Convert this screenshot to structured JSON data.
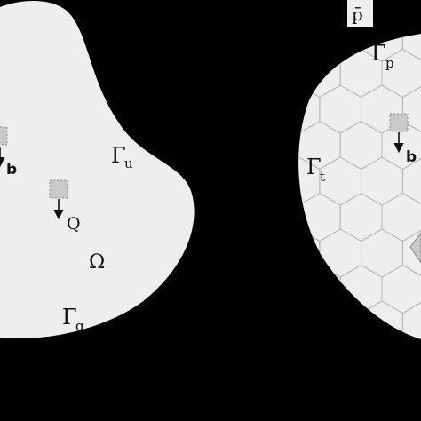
{
  "left_panel": {
    "omega": "Ω",
    "gamma_u": {
      "symbol": "Γ",
      "sub": "u"
    },
    "gamma_q": {
      "symbol": "Γ",
      "sub": "q"
    },
    "body_force": "b",
    "source": "Q"
  },
  "right_panel": {
    "gamma_p": {
      "symbol": "Γ",
      "sub": "p"
    },
    "gamma_t": {
      "symbol": "Γ",
      "sub": "t"
    },
    "body_force": "b",
    "prescribed_pressure": "p̄"
  },
  "colors": {
    "background": "#000000",
    "domain_fill": "#eeeeee",
    "cell_stroke": "#b5b5b5",
    "element_fill": "#c9c9c9"
  }
}
